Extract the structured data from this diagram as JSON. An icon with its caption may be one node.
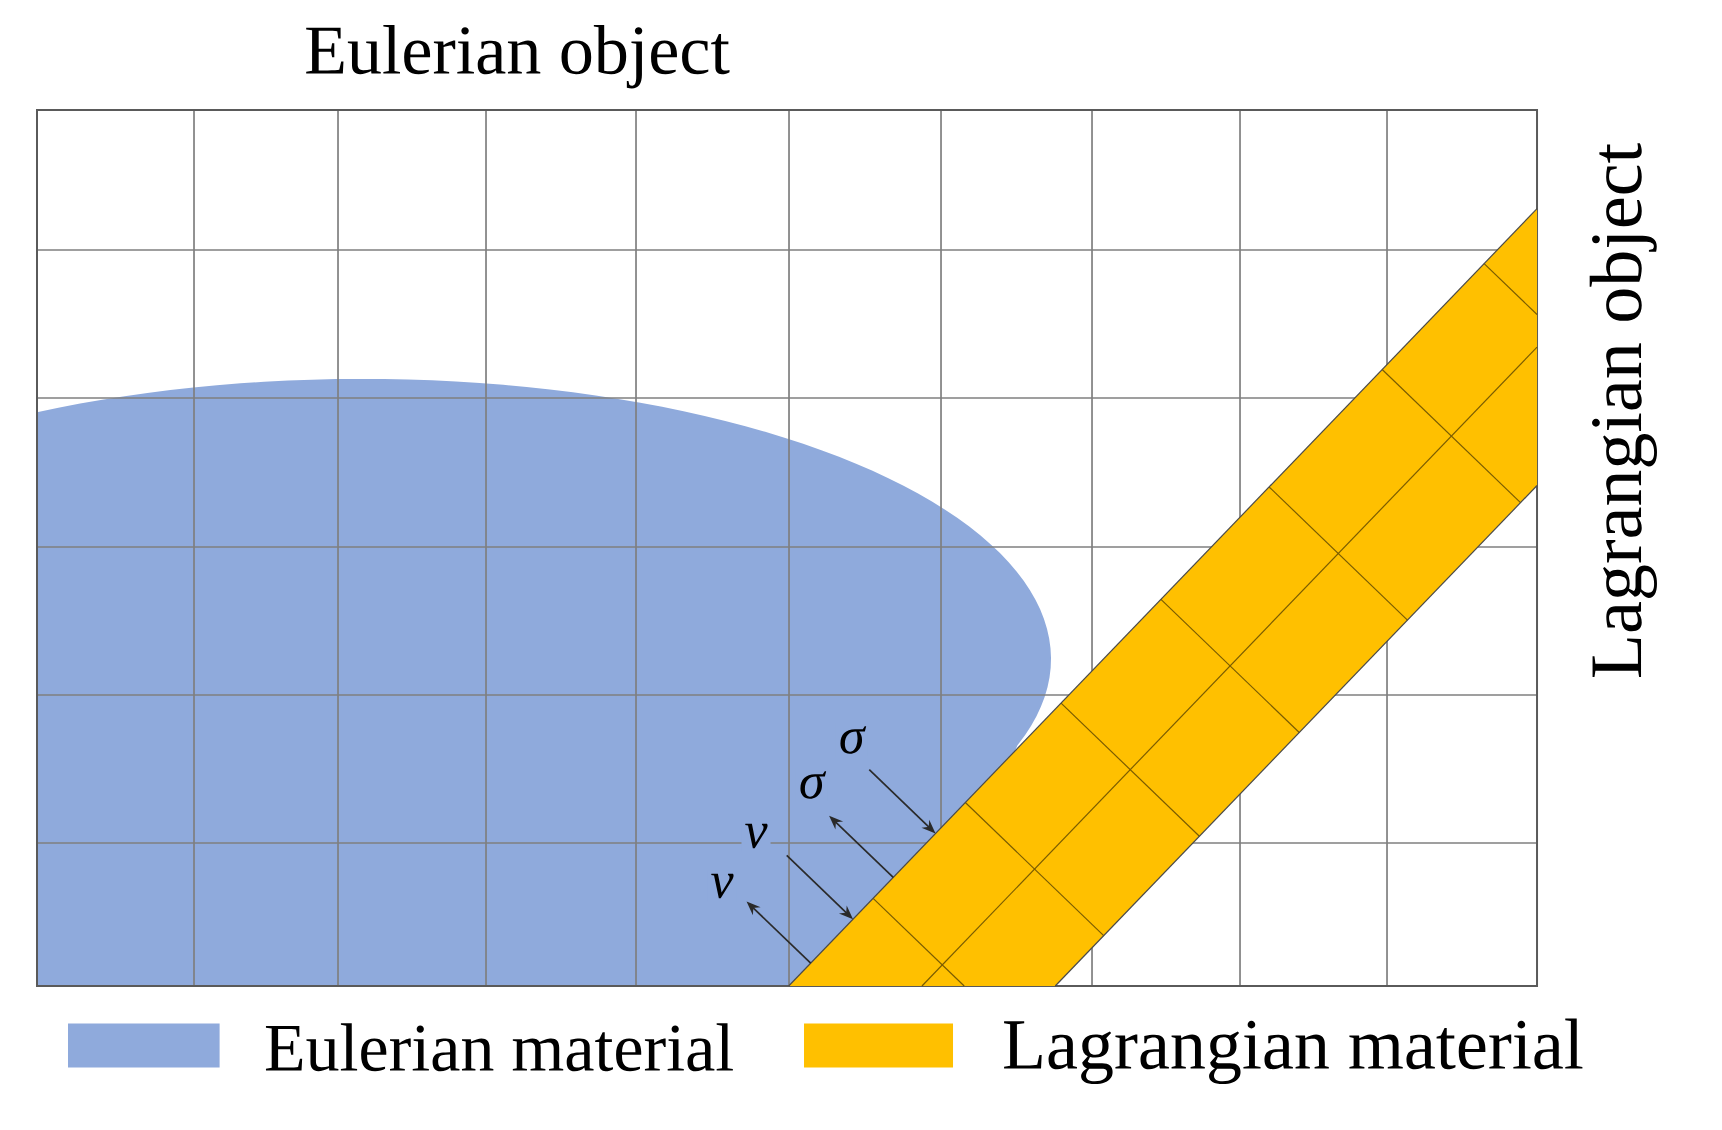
{
  "diagram": {
    "nodes": [
      {
        "text": [
          "Eulerian object"
        ]
      },
      {
        "text": [],
        "shape": "bar",
        "in": 0,
        "beside": [
          "Lagrangian object"
        ]
      }
    ],
    "edges": [
      {
        "from": null,
        "to": 1,
        "arrow": "to",
        "label": "σ"
      },
      {
        "from": 1,
        "to": null,
        "arrow": "to",
        "label": "σ"
      },
      {
        "from": null,
        "to": 1,
        "arrow": "to",
        "label": "v"
      },
      {
        "from": 1,
        "to": null,
        "arrow": "to",
        "label": "v"
      }
    ],
    "legend": [
      {
        "text": "Eulerian material",
        "color": "#8faadc"
      },
      {
        "text": "Lagrangian material",
        "color": "#ffc000"
      }
    ]
  }
}
